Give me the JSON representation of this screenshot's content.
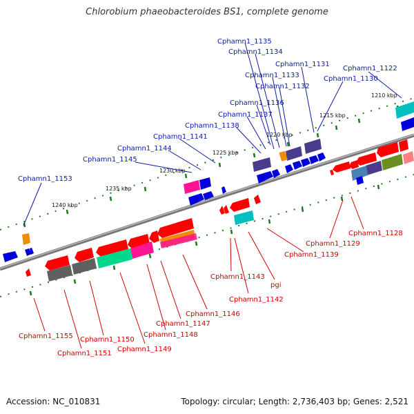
{
  "title": "Chlorobium phaeobacteroides BS1, complete genome",
  "footer": {
    "accession": "Accession: NC_010831",
    "topology": "Topology: circular; Length: 2,736,403 bp; Genes: 2,521"
  },
  "colors": {
    "forward_label": "#0a1aa8",
    "reverse_label": "#cc0000",
    "backbone": "#808080",
    "ticks": "#1a7a1a"
  },
  "kbp_labels": [
    "1210 kbp",
    "1215 kbp",
    "1220 kbp",
    "1225 kbp",
    "1230 kbp",
    "1235 kbp",
    "1240 kbp"
  ],
  "forward_genes": [
    "Cphamn1_1135",
    "Cphamn1_1134",
    "Cphamn1_1131",
    "Cphamn1_1122",
    "Cphamn1_1133",
    "Cphamn1_1130",
    "Cphamn1_1132",
    "Cphamn1_1136",
    "Cphamn1_1137",
    "Cphamn1_1138",
    "Cphamn1_1141",
    "Cphamn1_1144",
    "Cphamn1_1145",
    "Cphamn1_1153"
  ],
  "reverse_genes": [
    "Cphamn1_1128",
    "Cphamn1_1129",
    "Cphamn1_1139",
    "Cphamn1_1143",
    "pgi",
    "Cphamn1_1142",
    "Cphamn1_1146",
    "Cphamn1_1147",
    "Cphamn1_1148",
    "Cphamn1_1149",
    "Cphamn1_1150",
    "Cphamn1_1151",
    "Cphamn1_1155"
  ]
}
